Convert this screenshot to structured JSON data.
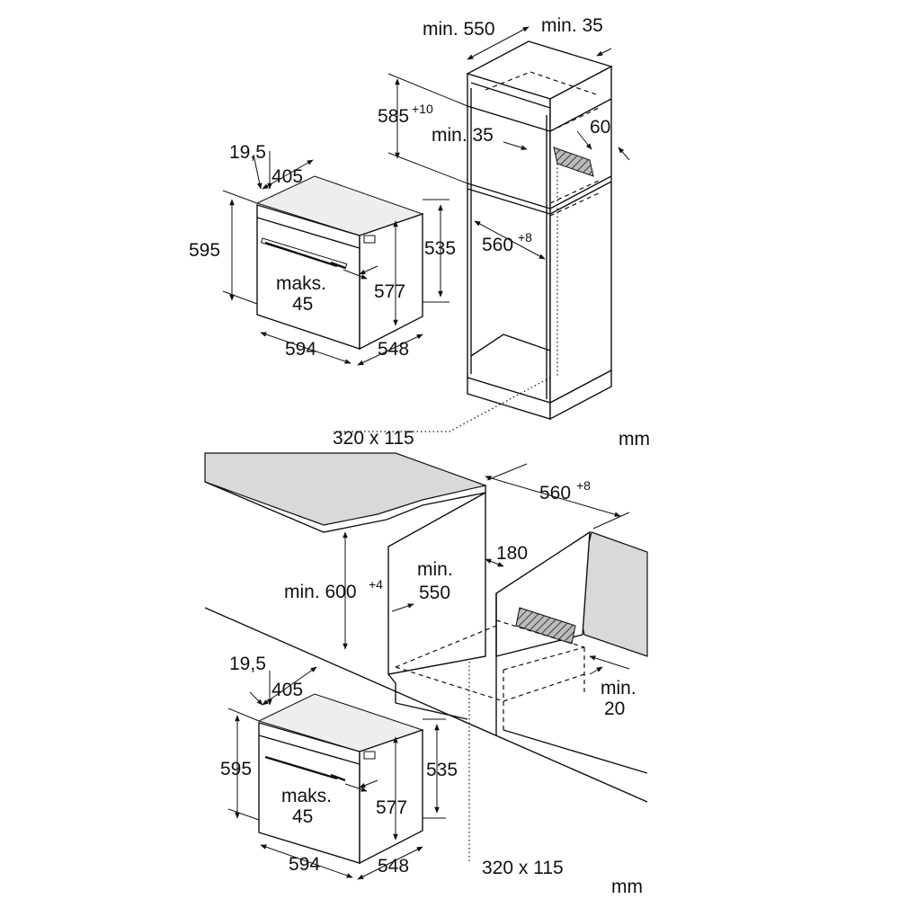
{
  "diagrams": {
    "tall_unit": {
      "oven_labels": {
        "d19_5": "19,5",
        "d405": "405",
        "d595": "595",
        "d535": "535",
        "d577": "577",
        "maks": "maks.",
        "maks_val": "45",
        "d594": "594",
        "d548": "548"
      },
      "cabinet_labels": {
        "min550": "min. 550",
        "min35_top": "min. 35",
        "d585": "585",
        "d585_sup": "+10",
        "min35_mid": "min. 35",
        "d60": "60",
        "d560": "560",
        "d560_sup": "+8"
      },
      "vent": "320 x 115",
      "unit": "mm"
    },
    "under_counter": {
      "oven_labels": {
        "d19_5": "19,5",
        "d405": "405",
        "d595": "595",
        "d535": "535",
        "d577": "577",
        "maks": "maks.",
        "maks_val": "45",
        "d594": "594",
        "d548": "548"
      },
      "cabinet_labels": {
        "d560": "560",
        "d560_sup": "+8",
        "min600": "min. 600",
        "min600_sup": "+4",
        "min550": "min.",
        "min550_val": "550",
        "d180": "180",
        "min20": "min.",
        "min20_val": "20"
      },
      "vent": "320 x 115",
      "unit": "mm"
    }
  },
  "colors": {
    "line": "#111111",
    "fill_gray": "#d9d9d9",
    "fill_light": "#eeeeee"
  }
}
